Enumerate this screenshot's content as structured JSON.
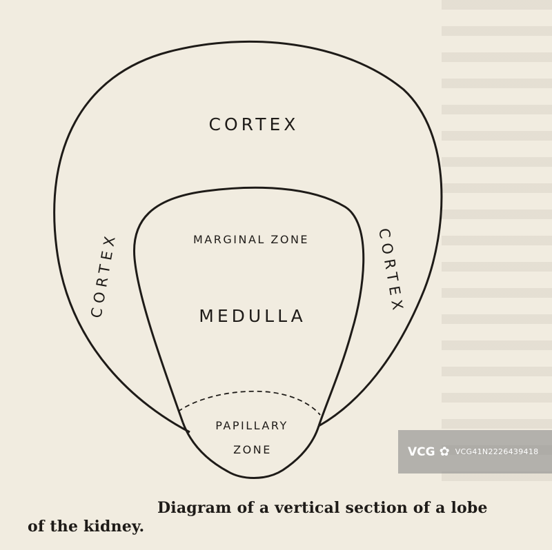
{
  "labels": {
    "cortex_top": "CORTEX",
    "cortex_left": "CORTEX",
    "cortex_right": "CORTEX",
    "marginal_zone": "MARGINAL ZONE",
    "medulla": "MEDULLA",
    "papillary_line1": "PAPILLARY",
    "papillary_line2": "ZONE"
  },
  "caption": {
    "line1": "Diagram of a vertical section of a lobe",
    "line2": "of the kidney."
  },
  "watermark": {
    "logo": "VCG",
    "id": "VCG41N2226439418"
  },
  "colors": {
    "paper": "#f1ece0",
    "ink": "#1e1b18"
  }
}
